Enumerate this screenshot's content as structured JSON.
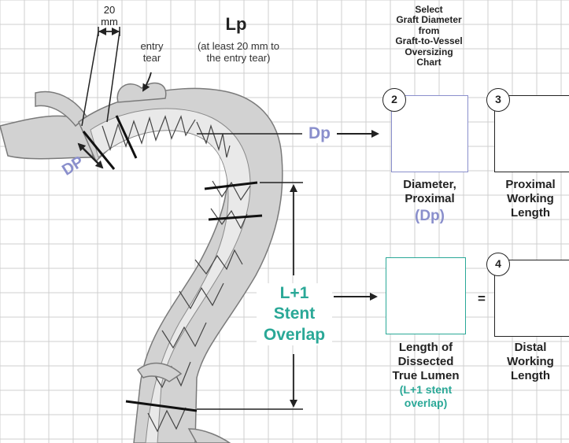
{
  "colors": {
    "grid": "#cfcfcf",
    "vessel": "#d2d2d2",
    "vessel_stroke": "#7a7a7a",
    "dark": "#222222",
    "purple": "#8a8fcc",
    "teal": "#2aa897"
  },
  "measure": {
    "mm_value": "20",
    "mm_unit": "mm",
    "lp_title": "Lp",
    "lp_note_line1": "(at least 20 mm to",
    "lp_note_line2": "the entry tear)",
    "entry_tear_line1": "entry",
    "entry_tear_line2": "tear"
  },
  "labels": {
    "dp_left": "DP",
    "dp_arrow": "Dp",
    "l1_line1": "L+1",
    "l1_line2": "Stent",
    "l1_line3": "Overlap",
    "equals": "="
  },
  "select_note": {
    "line1": "Select",
    "line2": "Graft Diameter",
    "line3": "from",
    "line4": "Graft-to-Vessel",
    "line5": "Oversizing",
    "line6": "Chart"
  },
  "steps": {
    "step2": {
      "number": "2",
      "line1": "Diameter,",
      "line2": "Proximal",
      "line3": "(Dp)"
    },
    "step3": {
      "number": "3",
      "line1": "Proximal",
      "line2": "Working",
      "line3": "Length"
    },
    "step4": {
      "number": "4",
      "line1": "Distal",
      "line2": "Working",
      "line3": "Length"
    },
    "lumen": {
      "line1": "Length of",
      "line2": "Dissected",
      "line3": "True Lumen",
      "line4": "(L+1 stent",
      "line5": "overlap)"
    }
  }
}
